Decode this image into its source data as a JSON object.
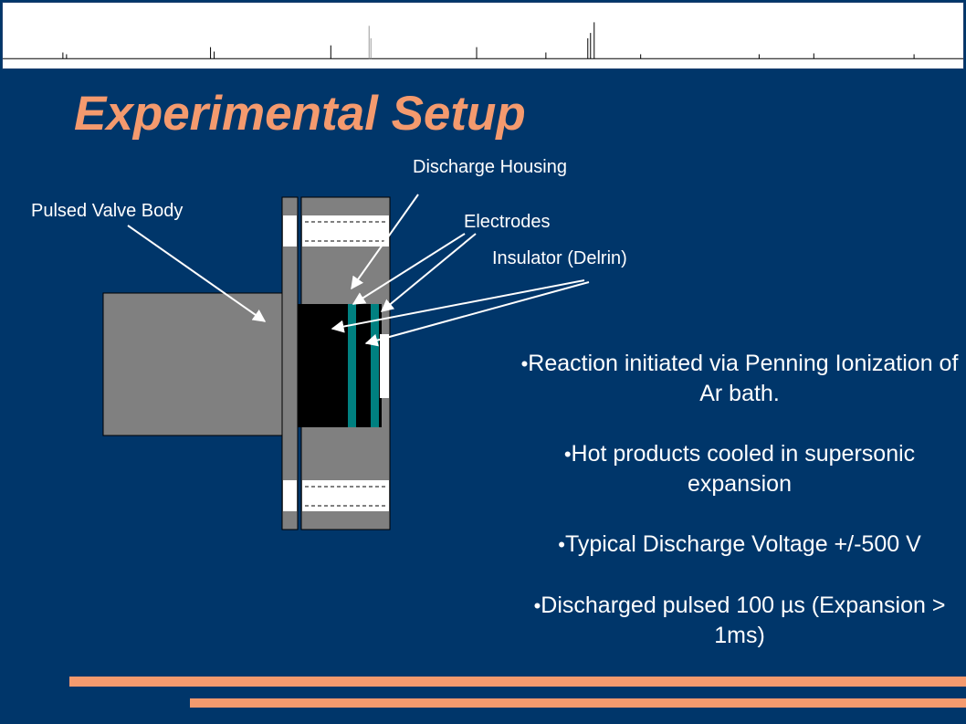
{
  "slide": {
    "title": "Experimental Setup",
    "labels": {
      "discharge_housing": "Discharge Housing",
      "pulsed_valve_body": "Pulsed Valve Body",
      "electrodes": "Electrodes",
      "insulator": "Insulator (Delrin)"
    },
    "bullet_symbol": "•",
    "bullets": [
      "Reaction initiated via Penning Ionization of Ar bath.",
      "Hot products cooled in supersonic expansion",
      "Typical Discharge Voltage +/-500 V",
      "Discharged pulsed 100 µs (Expansion > 1ms)"
    ]
  },
  "colors": {
    "background": "#00366a",
    "title": "#f49a6e",
    "accent_bar": "#f49a6e",
    "valve_gray": "#808080",
    "electrode_teal": "#008080",
    "insulator_black": "#000000"
  }
}
